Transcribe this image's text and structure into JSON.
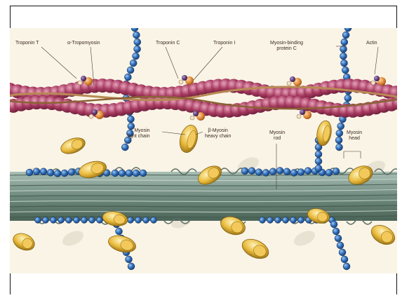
{
  "labels": {
    "troponin_t": "Troponin T",
    "tropomyosin": "α-Tropomyosin",
    "troponin_c": "Troponin C",
    "troponin_i": "Troponin I",
    "mybpc_line1": "Myosin-binding",
    "mybpc_line2": "protein C",
    "actin": "Actin",
    "mlc_line1": "Myosin",
    "mlc_line2": "light chain",
    "mhc_line1": "β-Myosin",
    "mhc_line2": "heavy chain",
    "rod_line1": "Myosin",
    "rod_line2": "rod",
    "head_line1": "Myosin",
    "head_line2": "head"
  },
  "colors": {
    "panel_bg": "#faf4e6",
    "actin": "#a63a5f",
    "actin_highlight": "#d27a98",
    "tropomyosin": "#b88a55",
    "troponin": "#e08a3a",
    "mybpc_beads": "#2f6db8",
    "myosin_head": "#e8b93a",
    "thick_filament": "#7e9a8e"
  }
}
